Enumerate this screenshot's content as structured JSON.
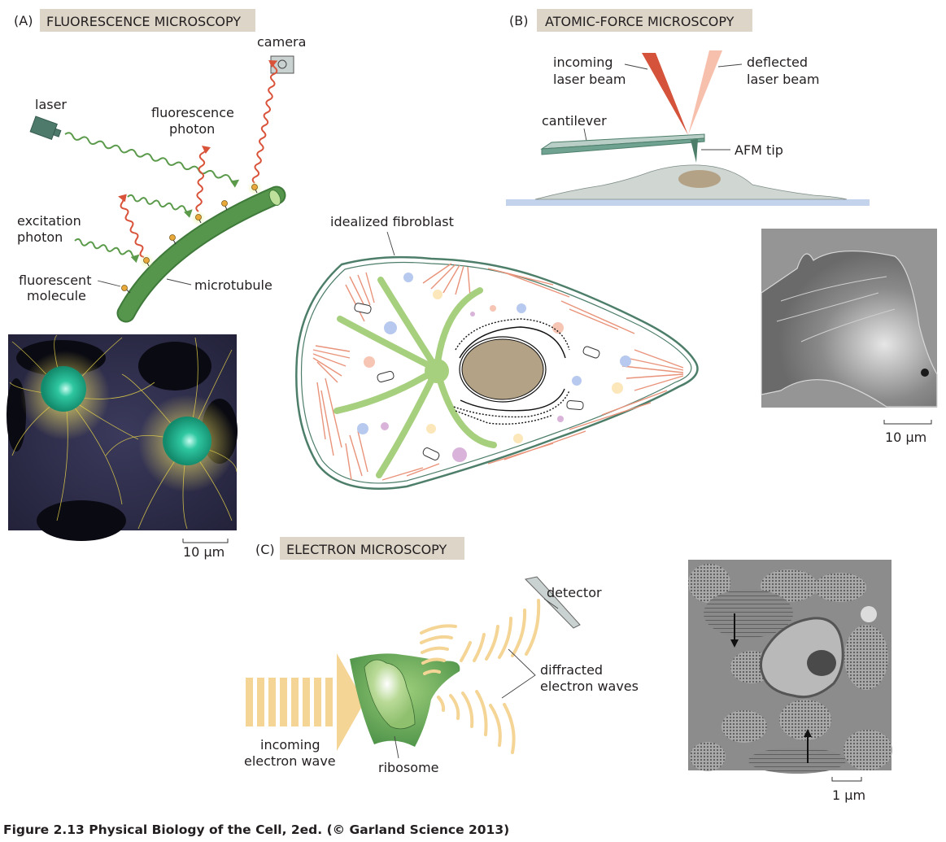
{
  "figure": {
    "caption": "Figure 2.13  Physical Biology of the Cell, 2ed. (© Garland Science 2013)"
  },
  "panels": {
    "a": {
      "letter": "(A)",
      "title": "FLUORESCENCE MICROSCOPY",
      "labels": {
        "camera": "camera",
        "laser": "laser",
        "fluorescence_photon_1": "fluorescence",
        "fluorescence_photon_2": "photon",
        "excitation_photon_1": "excitation",
        "excitation_photon_2": "photon",
        "fluorescent_molecule_1": "fluorescent",
        "fluorescent_molecule_2": "molecule",
        "microtubule": "microtubule"
      },
      "scale_bar": "10 μm"
    },
    "b": {
      "letter": "(B)",
      "title": "ATOMIC-FORCE MICROSCOPY",
      "labels": {
        "incoming_1": "incoming",
        "incoming_2": "laser beam",
        "deflected_1": "deflected",
        "deflected_2": "laser beam",
        "cantilever": "cantilever",
        "afm_tip": "AFM tip"
      },
      "scale_bar": "10 μm"
    },
    "center": {
      "label": "idealized fibroblast"
    },
    "c": {
      "letter": "(C)",
      "title": "ELECTRON MICROSCOPY",
      "labels": {
        "detector": "detector",
        "diffracted_1": "diffracted",
        "diffracted_2": "electron waves",
        "incoming_1": "incoming",
        "incoming_2": "electron wave",
        "ribosome": "ribosome"
      },
      "scale_bar": "1 μm"
    }
  },
  "colors": {
    "header_bg": "#ddd5c8",
    "laser_green": "#5a9a4a",
    "photon_red": "#d9533a",
    "microtubule": "#4e8c45",
    "molecule": "#e8a93a",
    "cell_outline": "#4d7e6a",
    "actin": "#e9937a",
    "mt_green": "#a6cf7e",
    "nucleus": "#b3a286",
    "substrate": "#c4d3ec",
    "afm_cell": "#d0d6d2",
    "electron_wave": "#f5d596"
  }
}
